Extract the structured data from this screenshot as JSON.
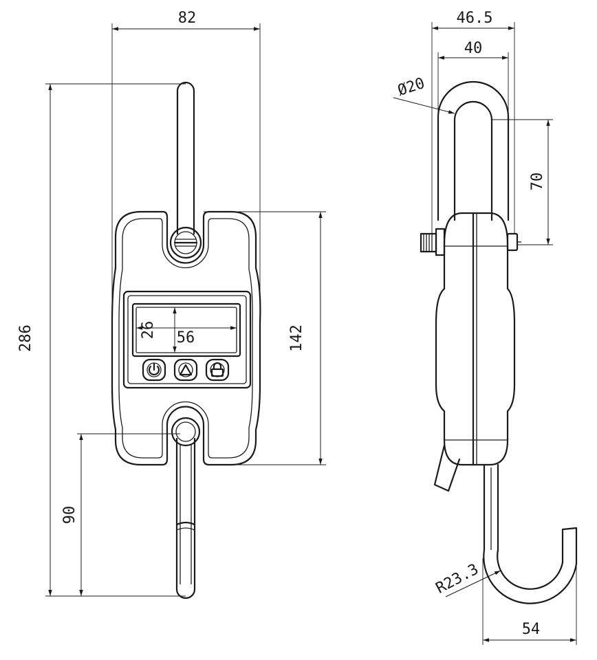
{
  "dimensions": {
    "width_front": "82",
    "height_total": "286",
    "body_height": "142",
    "hook_length": "90",
    "screen_height": "26",
    "screen_width": "56",
    "side_outer": "46.5",
    "side_inner": "40",
    "ring_diameter": "Ø20",
    "ring_height": "70",
    "hook_radius": "R23.3",
    "hook_width": "54"
  },
  "icons": [
    "power-icon",
    "up-arrow-icon",
    "unlock-icon"
  ]
}
